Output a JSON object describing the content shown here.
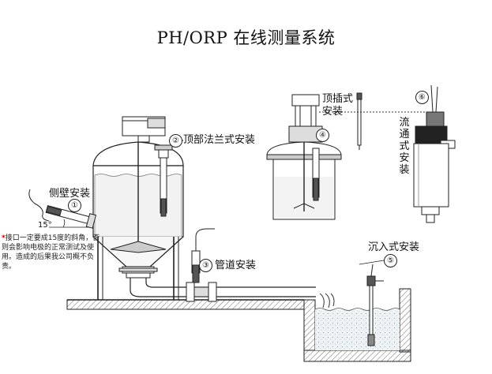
{
  "title": "PH/ORP 在线测量系统",
  "labels": {
    "side_wall": "侧壁安装",
    "top_flange": "顶部法兰式安装",
    "pipeline": "管道安装",
    "through_top": "顶插式安装",
    "through_top_line1": "顶插式",
    "through_top_line2": "安装",
    "flow": "流通式安装",
    "submerged": "沉入式安装",
    "angle": "15°"
  },
  "markers": [
    "①",
    "②",
    "③",
    "④",
    "⑤",
    "⑥"
  ],
  "note": {
    "star": "*",
    "text": "接口一定要成15度的斜角，否则会影响电极的正常测试及使用。造成的后果我公司概不负责。"
  },
  "colors": {
    "line": "#222222",
    "fill_light": "#e8e8e8",
    "fill_mid": "#bdbdbd",
    "fill_dark": "#555555"
  }
}
